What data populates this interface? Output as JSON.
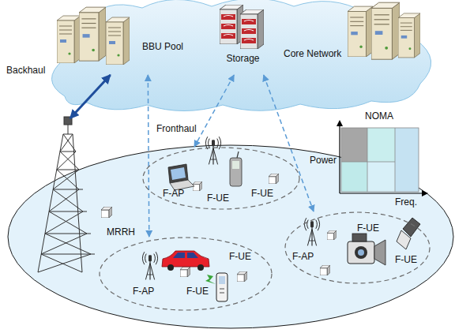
{
  "diagram": {
    "nodes": [
      {
        "text": [
          "BBU Pool"
        ]
      },
      {
        "text": [
          "Storage"
        ]
      },
      {
        "text": [
          "Core Network"
        ]
      },
      {
        "text": [
          "MRRH"
        ]
      },
      {
        "text": [
          "F-AP",
          "F-UE",
          "F-UE"
        ]
      },
      {
        "text": [
          "F-UE",
          "F-AP",
          "F-UE"
        ]
      },
      {
        "text": [
          "F-UE",
          "F-AP",
          "F-UE"
        ]
      }
    ],
    "edges": [
      {
        "from": 3,
        "to": 0,
        "arrow": "both"
      },
      {
        "from": 0,
        "to": 5,
        "arrow": "both"
      },
      {
        "from": 1,
        "to": 4,
        "arrow": "both"
      },
      {
        "from": 1,
        "to": 6,
        "arrow": "both"
      }
    ],
    "labels": [
      "Backhaul",
      "Fronthaul",
      "NOMA",
      "Power",
      "Freq."
    ]
  }
}
